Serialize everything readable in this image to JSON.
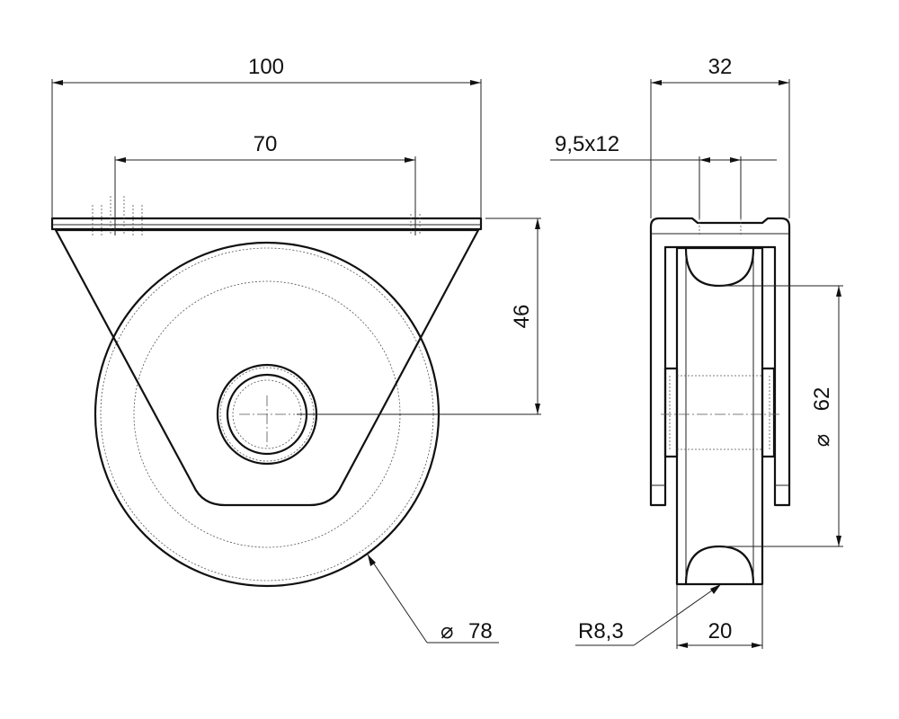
{
  "dimensions": {
    "plate_width": "100",
    "hole_spacing": "70",
    "axle_height": "46",
    "wheel_diameter_symbol": "⌀",
    "wheel_diameter": "78",
    "total_width": "32",
    "slot_size": "9,5x12",
    "groove_diameter_symbol": "⌀",
    "groove_diameter": "62",
    "groove_radius": "R8,3",
    "wheel_width": "20"
  }
}
